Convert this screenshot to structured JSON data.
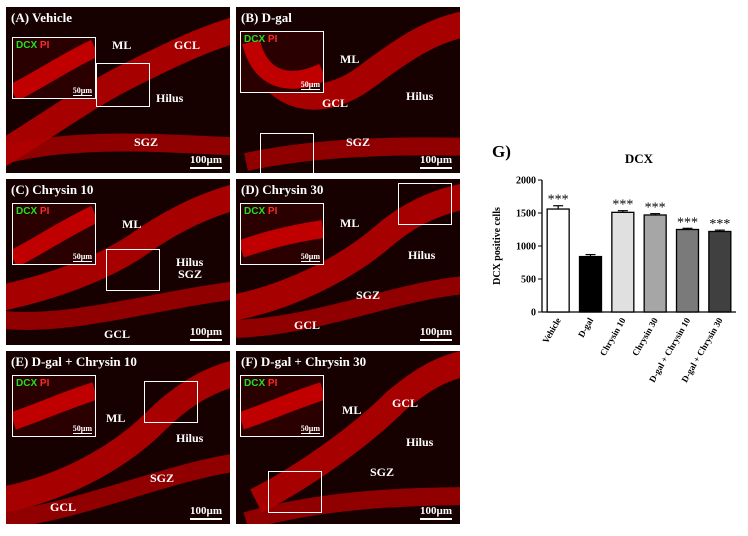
{
  "colors": {
    "dcx": "#22e022",
    "pi": "#ff2a2a",
    "tissue": "#c80000",
    "background": "#160000"
  },
  "inset_legend": {
    "dcx": "DCX",
    "pi": "PI"
  },
  "inset_scale": "50µm",
  "panels": [
    {
      "label": "(A) Vehicle",
      "scale": "100µm",
      "regions": [
        "ML",
        "GCL",
        "Hilus",
        "SGZ"
      ]
    },
    {
      "label": "(B) D-gal",
      "scale": "100µm",
      "regions": [
        "ML",
        "GCL",
        "Hilus",
        "SGZ"
      ]
    },
    {
      "label": "(C) Chrysin 10",
      "scale": "100µm",
      "regions": [
        "ML",
        "Hilus",
        "SGZ",
        "GCL"
      ]
    },
    {
      "label": "(D) Chrysin 30",
      "scale": "100µm",
      "regions": [
        "ML",
        "Hilus",
        "SGZ",
        "GCL"
      ]
    },
    {
      "label": "(E) D-gal + Chrysin 10",
      "scale": "100µm",
      "regions": [
        "ML",
        "Hilus",
        "SGZ",
        "GCL"
      ]
    },
    {
      "label": "(F) D-gal + Chrysin 30",
      "scale": "100µm",
      "regions": [
        "ML",
        "GCL",
        "Hilus",
        "SGZ"
      ]
    }
  ],
  "chart_data": {
    "type": "bar",
    "panel_label": "G)",
    "title": "DCX",
    "ylabel": "DCX positive cells",
    "xlabel": "",
    "ylim": [
      0,
      2000
    ],
    "yticks": [
      0,
      500,
      1000,
      1500,
      2000
    ],
    "categories": [
      "Vehicle",
      "D-gal",
      "Chrysin 10",
      "Chrysin 30",
      "D-gal + Chrysin 10",
      "D-gal + Chrysin 30"
    ],
    "values": [
      1560,
      840,
      1510,
      1470,
      1250,
      1220
    ],
    "errors": [
      50,
      30,
      25,
      20,
      18,
      20
    ],
    "bar_colors": [
      "#ffffff",
      "#000000",
      "#e0e0e0",
      "#a6a6a6",
      "#7a7a7a",
      "#404040"
    ],
    "annotations": [
      "***",
      "",
      "***",
      "***",
      "***",
      "***"
    ],
    "grid": false
  }
}
